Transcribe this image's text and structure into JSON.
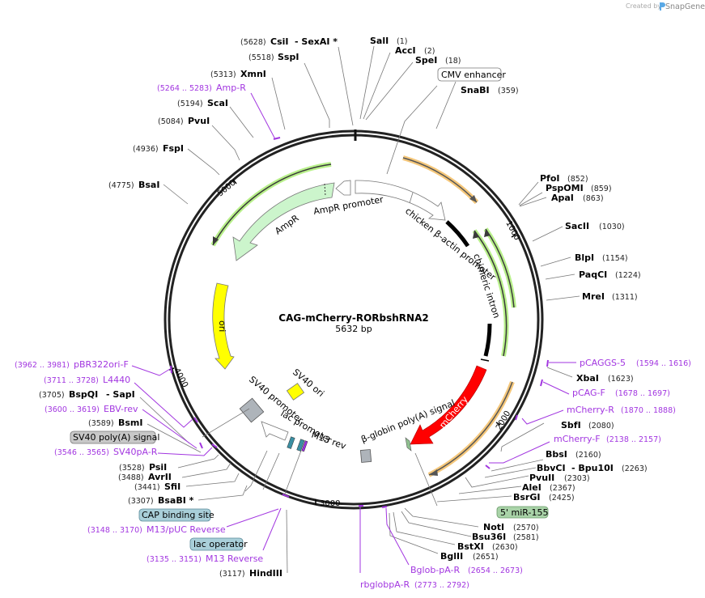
{
  "credit": {
    "prefix": "Created by",
    "brand": "SnapGene"
  },
  "plasmid": {
    "name": "CAG-mCherry-RORbshRNA2",
    "length": "5632 bp"
  },
  "ticks": [
    "1000",
    "2000",
    "3000",
    "4000",
    "5000"
  ],
  "sites": [
    {
      "name": "CsiI",
      "pos": "(5628)",
      "extra": "- SexAI *"
    },
    {
      "name": "SspI",
      "pos": "(5518)"
    },
    {
      "name": "XmnI",
      "pos": "(5313)"
    },
    {
      "name": "ScaI",
      "pos": "(5194)"
    },
    {
      "name": "PvuI",
      "pos": "(5084)"
    },
    {
      "name": "FspI",
      "pos": "(4936)"
    },
    {
      "name": "BsaI",
      "pos": "(4775)"
    },
    {
      "name": "SalI",
      "pos": "(1)"
    },
    {
      "name": "AccI",
      "pos": "(2)"
    },
    {
      "name": "SpeI",
      "pos": "(18)"
    },
    {
      "name": "SnaBI",
      "pos": "(359)"
    },
    {
      "name": "PfoI",
      "pos": "(852)"
    },
    {
      "name": "PspOMI",
      "pos": "(859)"
    },
    {
      "name": "ApaI",
      "pos": "(863)"
    },
    {
      "name": "SacII",
      "pos": "(1030)"
    },
    {
      "name": "BlpI",
      "pos": "(1154)"
    },
    {
      "name": "PaqCI",
      "pos": "(1224)"
    },
    {
      "name": "MreI",
      "pos": "(1311)"
    },
    {
      "name": "XbaI",
      "pos": "(1623)"
    },
    {
      "name": "SbfI",
      "pos": "(2080)"
    },
    {
      "name": "BbsI",
      "pos": "(2160)"
    },
    {
      "name": "BbvCI",
      "pos": "(2263)",
      "extra": "- Bpu10I"
    },
    {
      "name": "PvuII",
      "pos": "(2303)"
    },
    {
      "name": "AleI",
      "pos": "(2367)"
    },
    {
      "name": "BsrGI",
      "pos": "(2425)"
    },
    {
      "name": "NotI",
      "pos": "(2570)"
    },
    {
      "name": "Bsu36I",
      "pos": "(2581)"
    },
    {
      "name": "BstXI",
      "pos": "(2630)"
    },
    {
      "name": "BglII",
      "pos": "(2651)"
    },
    {
      "name": "HindIII",
      "pos": "(3117)"
    },
    {
      "name": "BsaBI *",
      "pos": "(3307)"
    },
    {
      "name": "SfiI",
      "pos": "(3441)"
    },
    {
      "name": "AvrII",
      "pos": "(3488)"
    },
    {
      "name": "PsiI",
      "pos": "(3528)"
    },
    {
      "name": "BsmI",
      "pos": "(3589)"
    },
    {
      "name": "BspQI",
      "pos": "(3705)",
      "extra": "- SapI"
    }
  ],
  "primers": [
    {
      "name": "Amp-R",
      "pos": "(5264 .. 5283)"
    },
    {
      "name": "pCAGGS-5",
      "pos": "(1594 .. 1616)"
    },
    {
      "name": "pCAG-F",
      "pos": "(1678 .. 1697)"
    },
    {
      "name": "mCherry-R",
      "pos": "(1870 .. 1888)"
    },
    {
      "name": "mCherry-F",
      "pos": "(2138 .. 2157)"
    },
    {
      "name": "Bglob-pA-R",
      "pos": "(2654 .. 2673)"
    },
    {
      "name": "rbglobpA-R",
      "pos": "(2773 .. 2792)"
    },
    {
      "name": "M13 Reverse",
      "pos": "(3135 .. 3151)"
    },
    {
      "name": "M13/pUC Reverse",
      "pos": "(3148 .. 3170)"
    },
    {
      "name": "SV40pA-R",
      "pos": "(3546 .. 3565)"
    },
    {
      "name": "EBV-rev",
      "pos": "(3600 .. 3619)"
    },
    {
      "name": "L4440",
      "pos": "(3711 .. 3728)"
    },
    {
      "name": "pBR322ori-F",
      "pos": "(3962 .. 3981)"
    }
  ],
  "boxed_features": [
    {
      "name": "CMV enhancer",
      "color": "#ffffff"
    },
    {
      "name": "5' miR-155",
      "color": "#a9d3a8"
    },
    {
      "name": "CAP binding site",
      "color": "#a9cfd9"
    },
    {
      "name": "lac operator",
      "color": "#a9cfd9"
    },
    {
      "name": "SV40 poly(A) signal",
      "color": "#c8c8c8"
    }
  ],
  "features": [
    {
      "name": "AmpR promoter",
      "color": "#ffffff"
    },
    {
      "name": "AmpR",
      "color": "#ccf5cc"
    },
    {
      "name": "chicken β-actin promoter",
      "color": "#ffffff"
    },
    {
      "name": "chimeric intron",
      "color": "#000000"
    },
    {
      "name": "mCherry",
      "color": "#ff0000"
    },
    {
      "name": "β-globin poly(A) signal",
      "color": "#8fbf8f"
    },
    {
      "name": "ori",
      "color": "#ffff00"
    },
    {
      "name": "SV40 ori",
      "color": "#ffff00"
    },
    {
      "name": "SV40 promoter",
      "color": "#ffffff"
    },
    {
      "name": "lac promoter",
      "color": "#ffffff"
    },
    {
      "name": "M13 rev",
      "color": "#9b30e0"
    }
  ],
  "colors": {
    "backbone": "#222222",
    "primer": "#a236e0",
    "orange_arc": "#f5c77a",
    "green_arc": "#b8f08a"
  }
}
